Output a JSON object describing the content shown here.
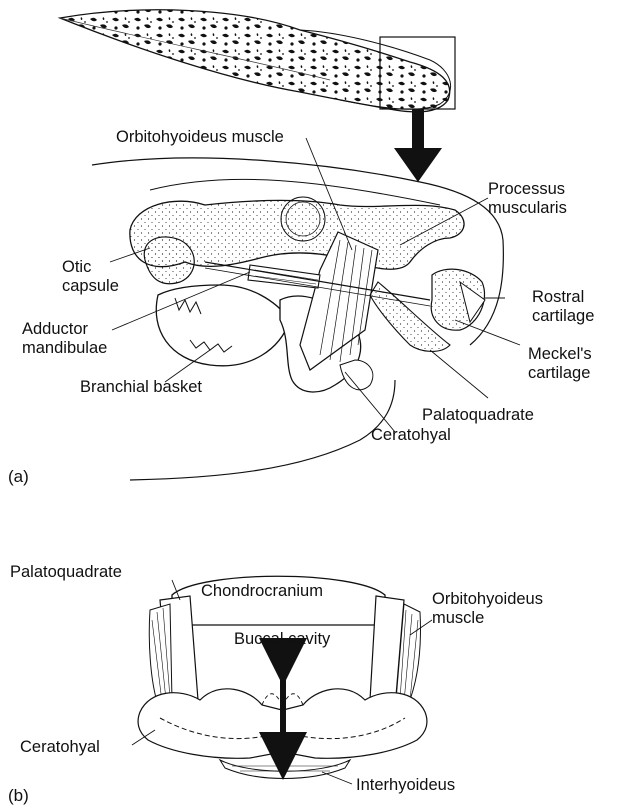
{
  "figure": {
    "panel_a": {
      "tag": "(a)",
      "labels": {
        "orbitohyoideus": "Orbitohyoideus muscle",
        "processus": "Processus\nmuscularis",
        "otic": "Otic\ncapsule",
        "rostral": "Rostral\ncartilage",
        "adductor": "Adductor\nmandibulae",
        "meckels": "Meckel's\ncartilage",
        "branchial": "Branchial basket",
        "palatoquadrate": "Palatoquadrate",
        "ceratohyal": "Ceratohyal"
      }
    },
    "panel_b": {
      "tag": "(b)",
      "labels": {
        "palatoquadrate": "Palatoquadrate",
        "chondrocranium": "Chondrocranium",
        "orbitohyoideus": "Orbitohyoideus\nmuscle",
        "buccal": "Buccal cavity",
        "ceratohyal": "Ceratohyal",
        "interhyoideus": "Interhyoideus"
      }
    },
    "colors": {
      "ink": "#111111",
      "bone": "#ffffff",
      "stipple": "#1a1a1a"
    }
  }
}
